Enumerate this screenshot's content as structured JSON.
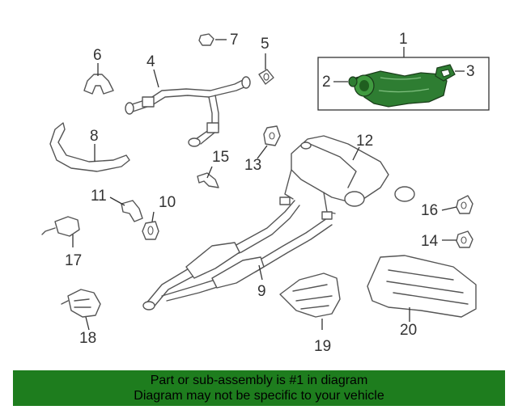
{
  "callouts": {
    "c1": "1",
    "c2": "2",
    "c3": "3",
    "c4": "4",
    "c5": "5",
    "c6": "6",
    "c7": "7",
    "c8": "8",
    "c9": "9",
    "c10": "10",
    "c11": "11",
    "c12": "12",
    "c13": "13",
    "c14": "14",
    "c15": "15",
    "c16": "16",
    "c17": "17",
    "c18": "18",
    "c19": "19",
    "c20": "20"
  },
  "highlight_color": "#2e7d32",
  "banner": {
    "line1": "Part or sub-assembly is #1 in diagram",
    "line2": "Diagram may not be specific to your vehicle",
    "background": "#1e7d1e"
  }
}
